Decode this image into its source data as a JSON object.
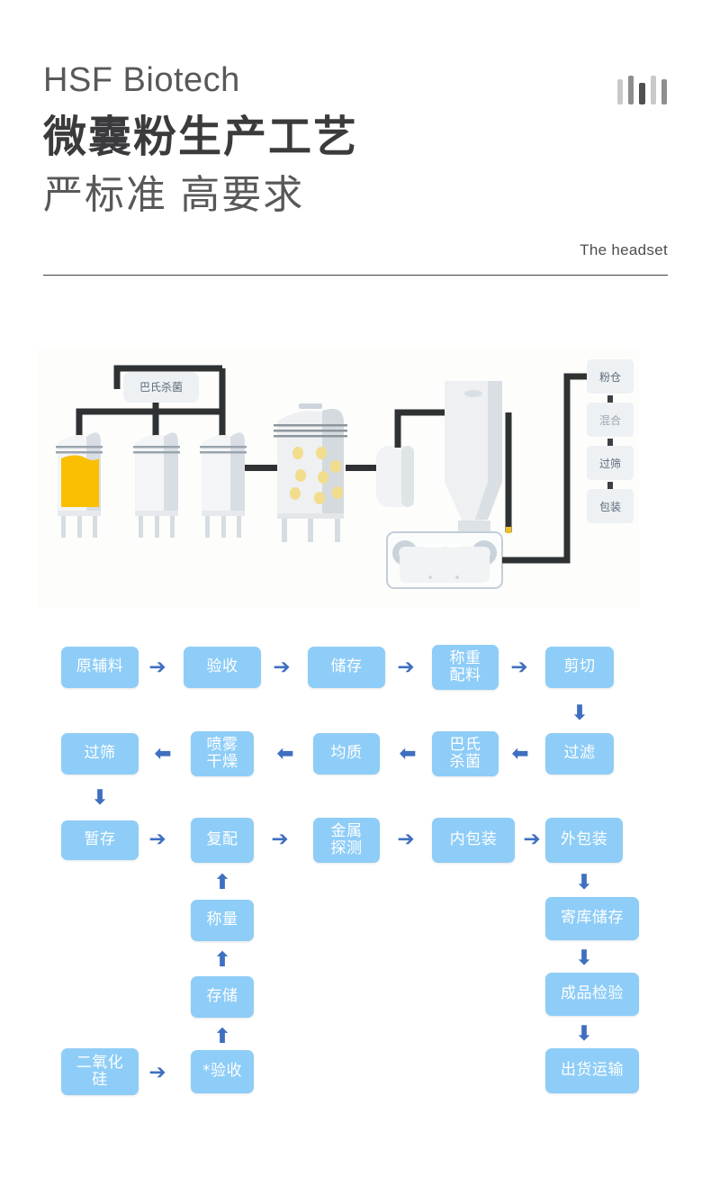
{
  "header": {
    "brand": "HSF Biotech",
    "headline": "微囊粉生产工艺",
    "subhead": "严标准 高要求",
    "tagline": "The headset",
    "logo_name": "sound-bars-logo"
  },
  "illustration": {
    "alt": "microcapsule powder production line illustration",
    "pasteurizer_label": "巴氏杀菌",
    "right_stack": [
      {
        "label": "粉仓"
      },
      {
        "label": "混合"
      },
      {
        "label": "过筛"
      },
      {
        "label": "包装"
      }
    ],
    "colors": {
      "pipe": "#2f3233",
      "tank_light": "#f4f5f6",
      "tank_shade": "#ced6dc",
      "liquid": "#f9bf00",
      "dot": "#f5e08a",
      "panel_bg": "#fdfdfc",
      "label_text": "#5c6a7a"
    }
  },
  "flowchart": {
    "node_fill": "#8ecdf7",
    "node_text": "#ffffff",
    "arrow_color": "#3f6fc0",
    "rows": [
      {
        "name": "row-1",
        "nodes": [
          "原辅料",
          "验收",
          "储存",
          "称重\n配料",
          "剪切"
        ]
      },
      {
        "name": "row-2",
        "nodes": [
          "过筛",
          "喷雾\n干燥",
          "均质",
          "巴氏\n杀菌",
          "过滤"
        ]
      },
      {
        "name": "row-3",
        "nodes": [
          "暂存",
          "复配",
          "金属\n探测",
          "内包装",
          "外包装"
        ]
      },
      {
        "name": "branch-left",
        "nodes": [
          "称量",
          "存储",
          "二氧化\n硅",
          "*验收"
        ]
      },
      {
        "name": "branch-right",
        "nodes": [
          "寄库储存",
          "成品检验",
          "出货运输"
        ]
      }
    ],
    "nodes": {
      "n01": "原辅料",
      "n02": "验收",
      "n03": "储存",
      "n04": "称重\n配料",
      "n05": "剪切",
      "n06": "过滤",
      "n07": "巴氏\n杀菌",
      "n08": "均质",
      "n09": "喷雾\n干燥",
      "n10": "过筛",
      "n11": "暂存",
      "n12": "复配",
      "n13": "金属\n探测",
      "n14": "内包装",
      "n15": "外包装",
      "n16": "称量",
      "n17": "存储",
      "n18": "*验收",
      "n19": "二氧化\n硅",
      "n20": "寄库储存",
      "n21": "成品检验",
      "n22": "出货运输"
    },
    "arrows": {
      "right": "➔",
      "left": "⬅",
      "down": "⬇",
      "up": "⬆"
    }
  }
}
